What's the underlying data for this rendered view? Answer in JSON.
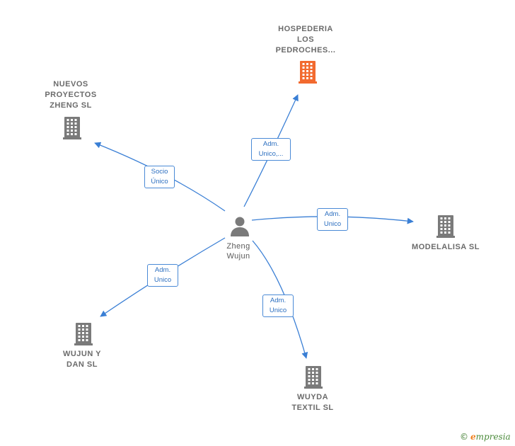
{
  "colors": {
    "edge": "#3a7fd5",
    "company": "#7a7a7a",
    "company_highlight": "#f26a2f",
    "person": "#7a7a7a"
  },
  "center": {
    "icon": "person-icon",
    "label_lines": [
      "Zheng",
      "Wujun"
    ]
  },
  "companies": [
    {
      "id": "hospederia",
      "label_lines": [
        "HOSPEDERIA",
        "LOS",
        "PEDROCHES..."
      ],
      "highlight": true,
      "icon": "building-icon"
    },
    {
      "id": "nuevos",
      "label_lines": [
        "NUEVOS",
        "PROYECTOS",
        "ZHENG  SL"
      ],
      "highlight": false,
      "icon": "building-icon"
    },
    {
      "id": "modelalisa",
      "label_lines": [
        "MODELALISA SL"
      ],
      "highlight": false,
      "icon": "building-icon"
    },
    {
      "id": "wujun",
      "label_lines": [
        "WUJUN Y",
        "DAN SL"
      ],
      "highlight": false,
      "icon": "building-icon"
    },
    {
      "id": "wuyda",
      "label_lines": [
        "WUYDA",
        "TEXTIL SL"
      ],
      "highlight": false,
      "icon": "building-icon"
    }
  ],
  "edges": [
    {
      "target": "hospederia",
      "label_lines": [
        "Adm.",
        "Unico,..."
      ]
    },
    {
      "target": "nuevos",
      "label_lines": [
        "Socio",
        "Único"
      ]
    },
    {
      "target": "modelalisa",
      "label_lines": [
        "Adm.",
        "Unico"
      ]
    },
    {
      "target": "wujun",
      "label_lines": [
        "Adm.",
        "Unico"
      ]
    },
    {
      "target": "wuyda",
      "label_lines": [
        "Adm.",
        "Unico"
      ]
    }
  ],
  "brand": {
    "copyright": "©",
    "initial": "e",
    "rest": "mpresia"
  }
}
